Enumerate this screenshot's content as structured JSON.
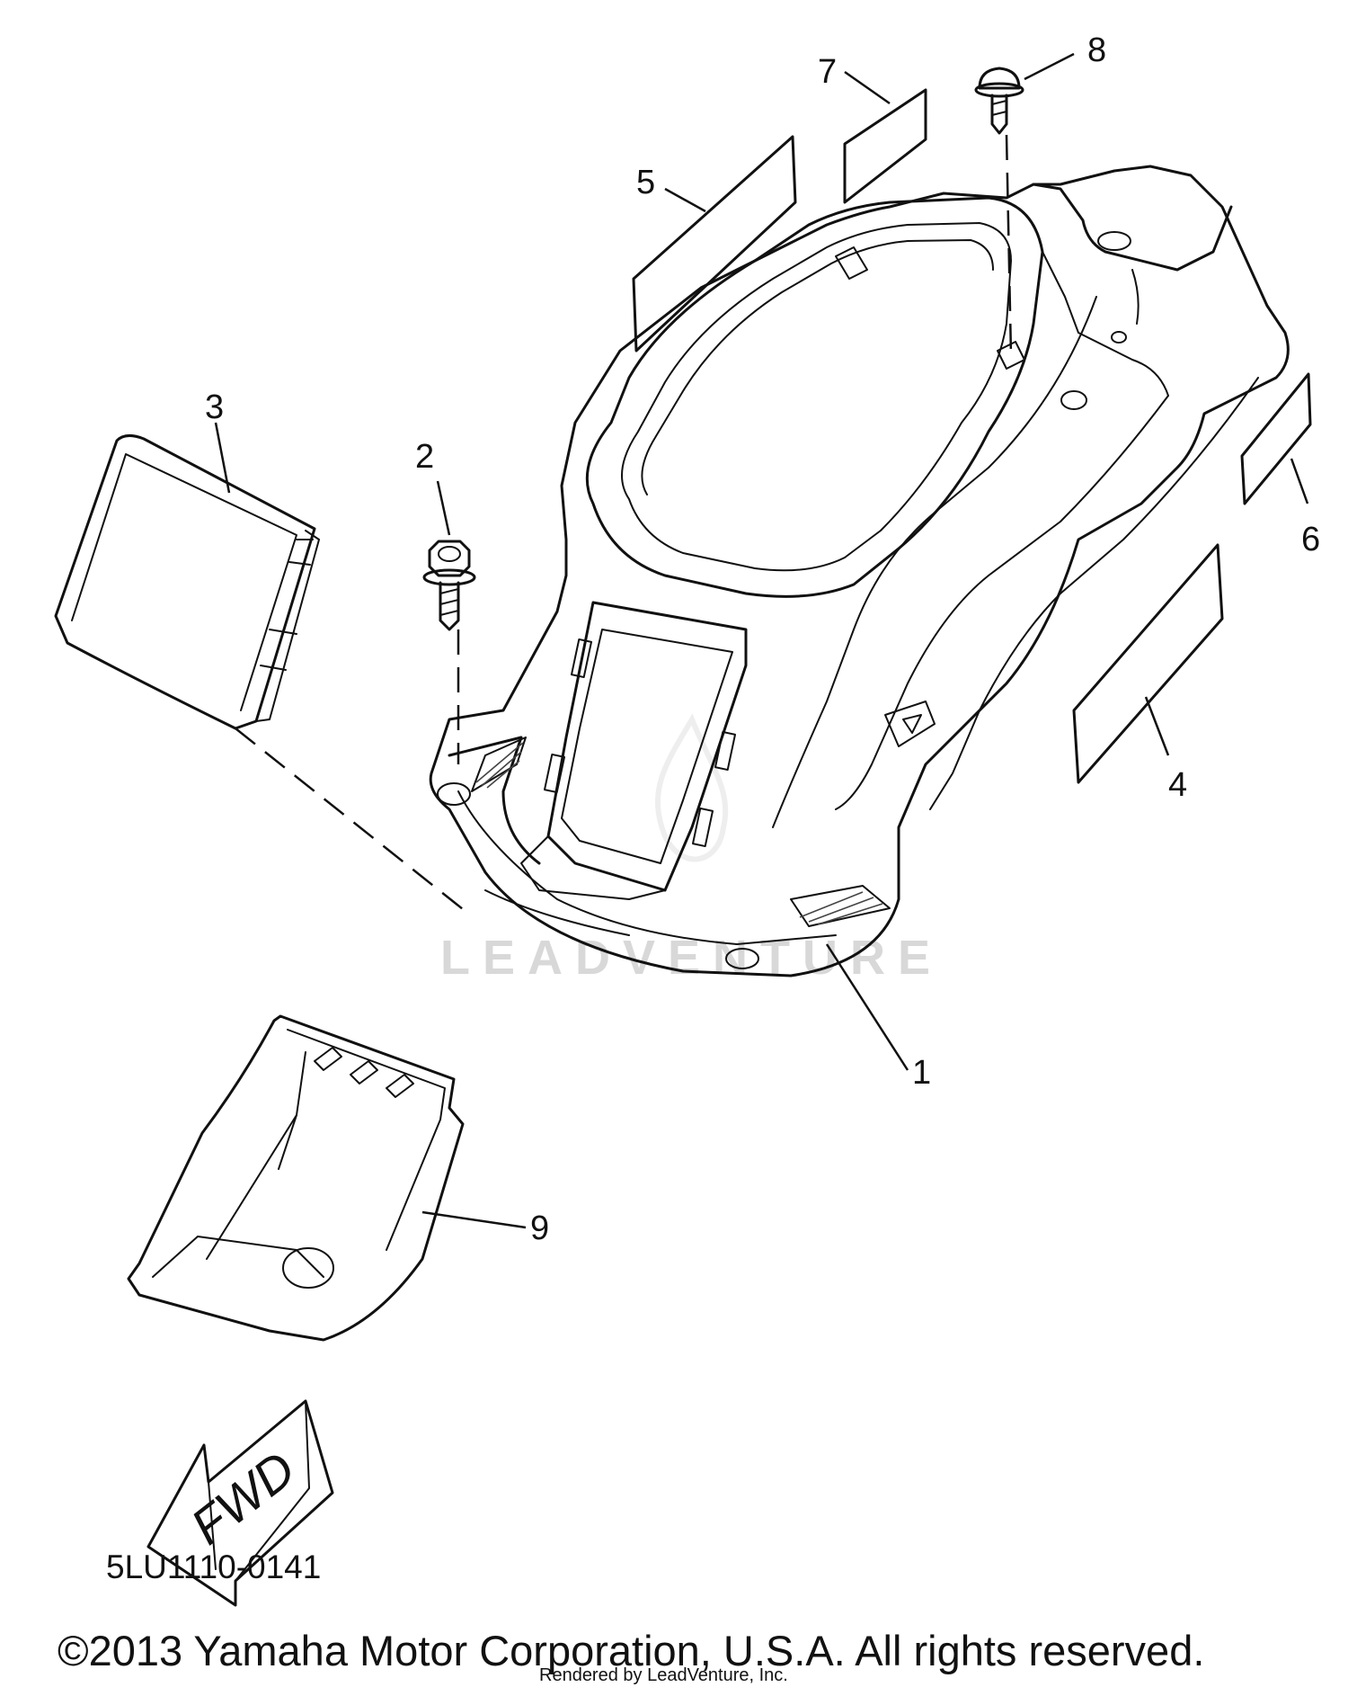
{
  "diagram": {
    "callouts": [
      {
        "id": "1",
        "label": "1"
      },
      {
        "id": "2",
        "label": "2"
      },
      {
        "id": "3",
        "label": "3"
      },
      {
        "id": "4",
        "label": "4"
      },
      {
        "id": "5",
        "label": "5"
      },
      {
        "id": "6",
        "label": "6"
      },
      {
        "id": "7",
        "label": "7"
      },
      {
        "id": "8",
        "label": "8"
      },
      {
        "id": "9",
        "label": "9"
      }
    ],
    "fwd_label": "FWD",
    "watermark": "LEADVENTURE",
    "part_code": "5LU1110-0141",
    "copyright": "©2013 Yamaha Motor Corporation, U.S.A. All rights reserved.",
    "rendered_by": "Rendered by LeadVenture, Inc."
  }
}
